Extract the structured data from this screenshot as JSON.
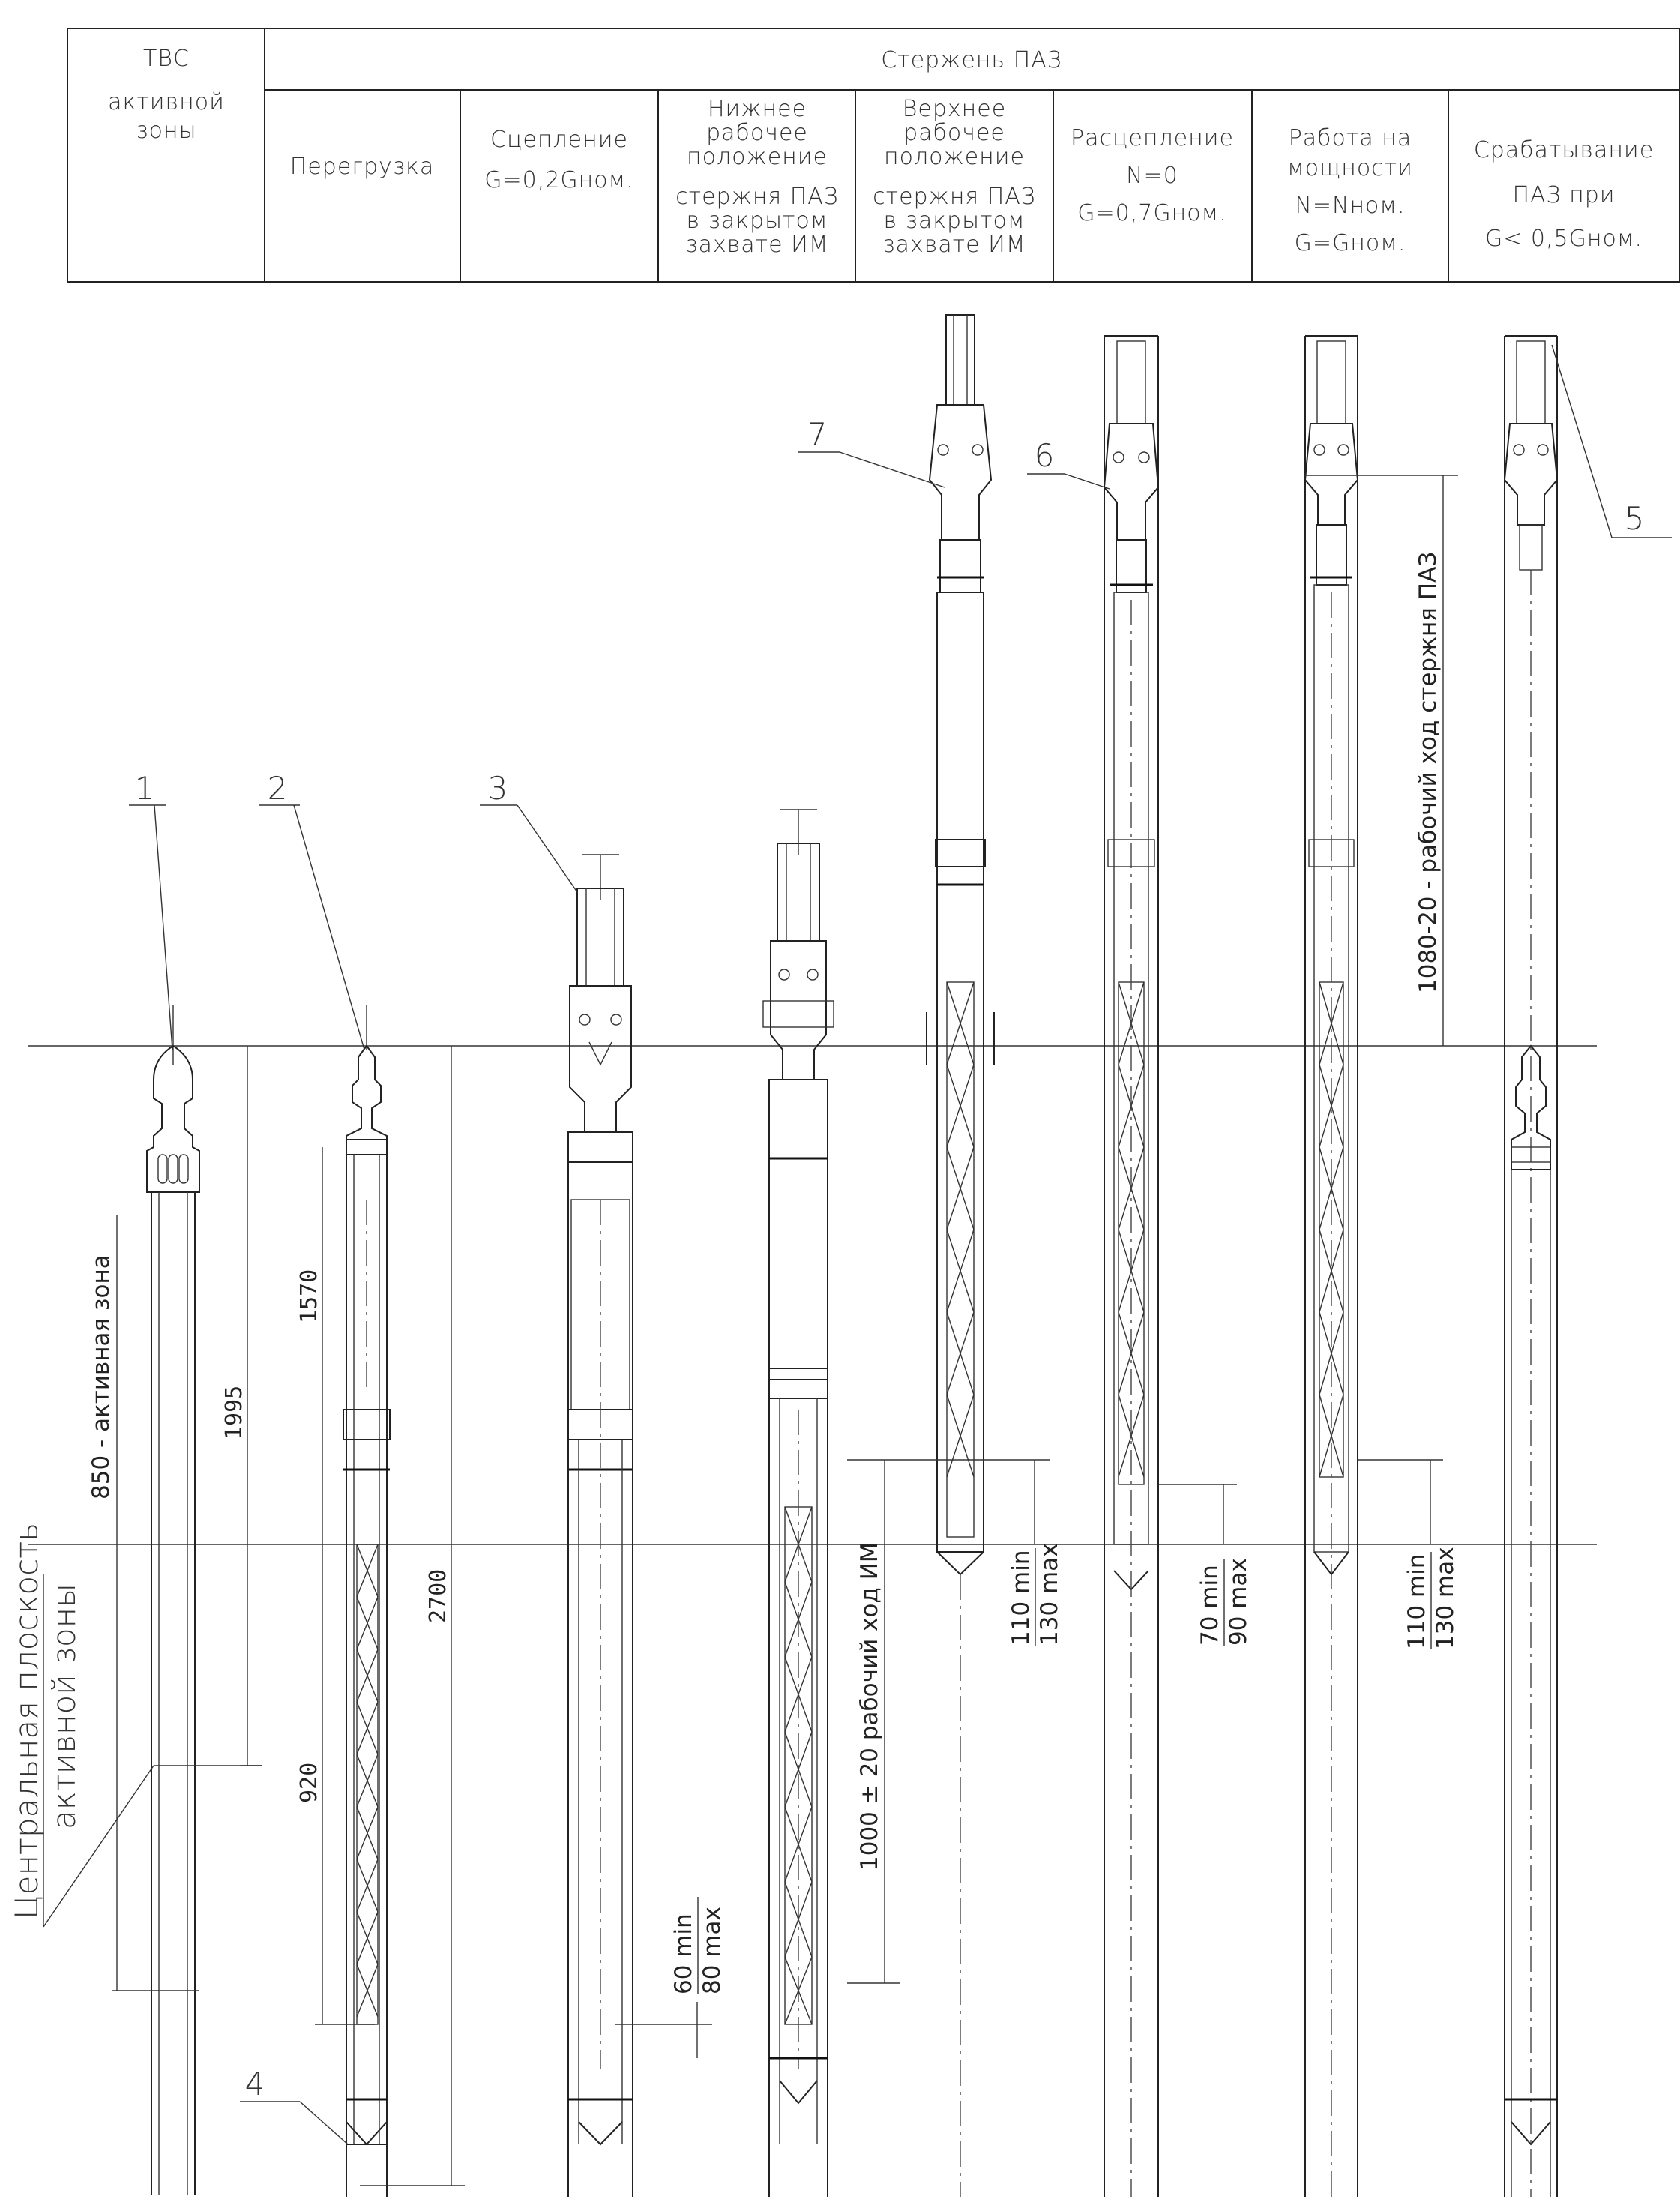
{
  "header": {
    "col_tvs": [
      "ТВС",
      "активной",
      "зоны"
    ],
    "col_paz": "Стержень ПАЗ",
    "sub": [
      [
        "Перегрузка"
      ],
      [
        "Сцепление",
        "G=0,2Gном."
      ],
      [
        "Нижнее",
        "рабочее",
        "положение",
        "стержня ПАЗ",
        "в закрытом",
        "захвате ИМ"
      ],
      [
        "Верхнее",
        "рабочее",
        "положение",
        "стержня ПАЗ",
        "в закрытом",
        "захвате ИМ"
      ],
      [
        "Расцепление",
        "N=0",
        "G=0,7Gном."
      ],
      [
        "Работа на",
        "мощности",
        "N=Nном.",
        "G=Gном."
      ],
      [
        "Срабатывание",
        "ПАЗ при",
        "G< 0,5Gном."
      ]
    ]
  },
  "callouts": [
    "1",
    "2",
    "3",
    "4",
    "5",
    "6",
    "7"
  ],
  "dimensions": {
    "active_zone": "850 - активная зона",
    "d1995": "1995",
    "d1570": "1570",
    "d920": "920",
    "d2700": "2700",
    "im_stroke": "1000 ± 20 рабочий ход ИМ",
    "paz_stroke": "1080-20 - рабочий ход стержня ПАЗ",
    "gap1": [
      "60 min",
      "80 max"
    ],
    "gap2": [
      "110 min",
      "130 max"
    ],
    "gap3": [
      "70 min",
      "90 max"
    ],
    "gap4": [
      "110 min",
      "130 max"
    ]
  },
  "central_plane": [
    "Центральная плоскость",
    "активной зоны"
  ]
}
